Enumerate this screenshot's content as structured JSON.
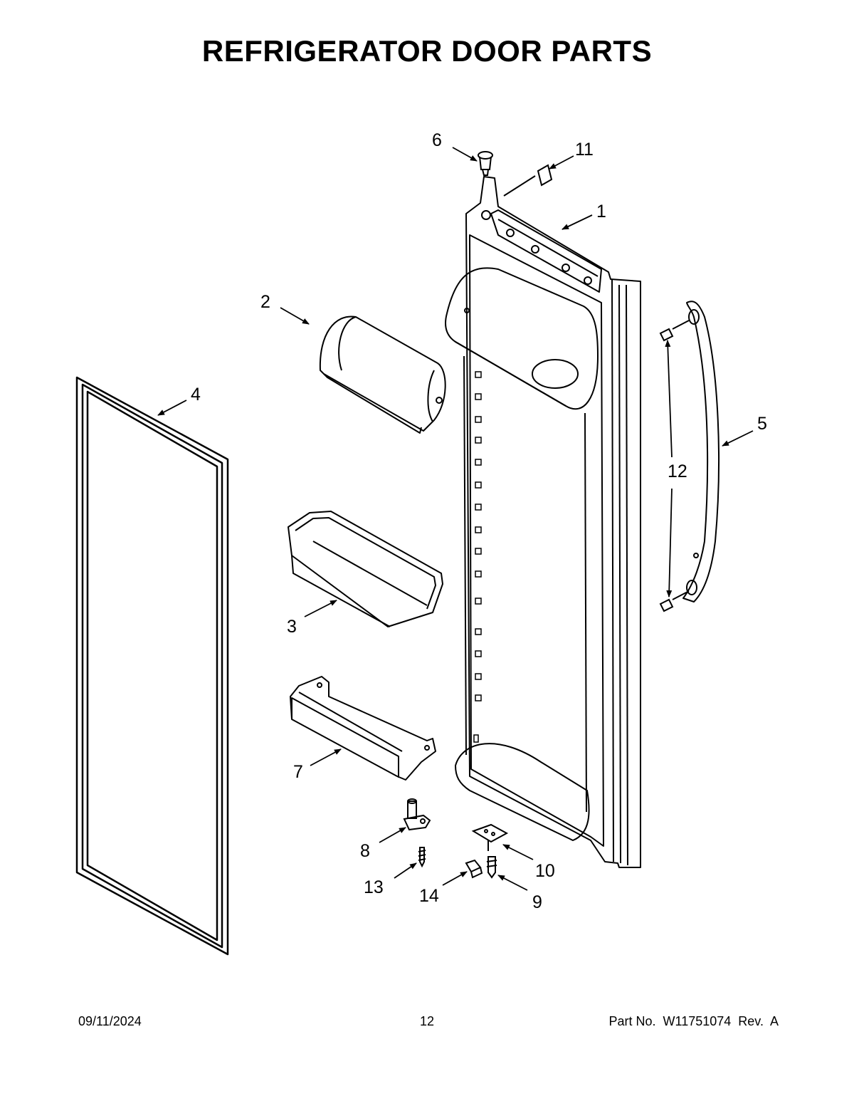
{
  "page": {
    "title": "REFRIGERATOR DOOR PARTS"
  },
  "callouts": {
    "c1": "1",
    "c2": "2",
    "c3": "3",
    "c4": "4",
    "c5": "5",
    "c6": "6",
    "c7": "7",
    "c8": "8",
    "c9": "9",
    "c10": "10",
    "c11": "11",
    "c12": "12",
    "c13": "13",
    "c14": "14"
  },
  "footer": {
    "date": "09/11/2024",
    "page_number": "12",
    "part_number": "Part No.  W11751074  Rev.  A"
  }
}
